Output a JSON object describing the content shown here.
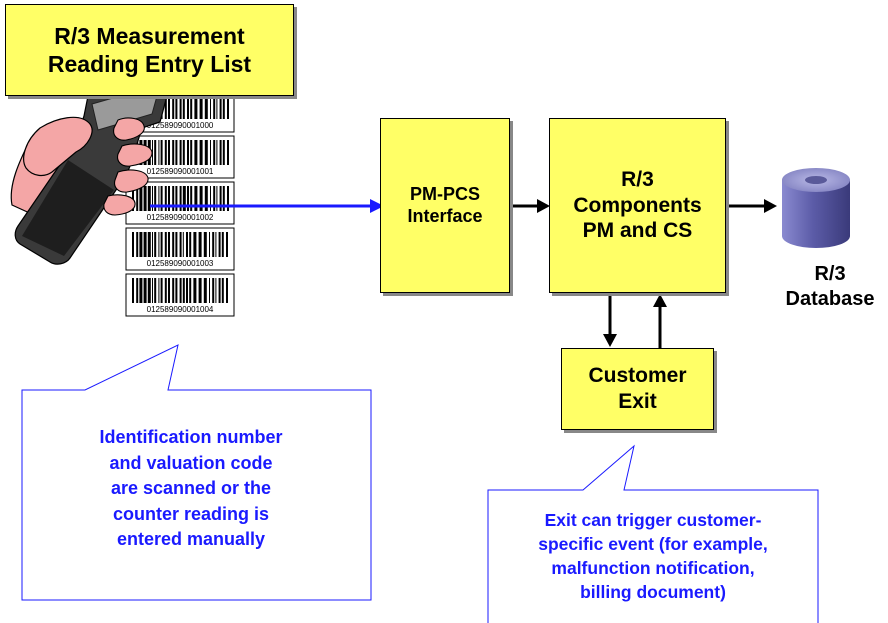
{
  "title_box": {
    "label": "R/3 Measurement\nReading Entry List"
  },
  "barcodes": [
    "012589090001000",
    "012589090001001",
    "012589090001002",
    "012589090001003",
    "012589090001004"
  ],
  "pcs_interface": {
    "label": "PM-PCS\nInterface"
  },
  "components": {
    "label": "R/3\nComponents\nPM and CS"
  },
  "database": {
    "label": "R/3\nDatabase"
  },
  "customer_exit": {
    "label": "Customer\nExit"
  },
  "callout_scan": {
    "text": "Identification number\nand valuation code\nare scanned or the\ncounter reading is\nentered manually"
  },
  "callout_exit": {
    "text": "Exit can trigger customer-\nspecific event (for example,\nmalfunction notification,\nbilling document)"
  },
  "colors": {
    "box_fill": "#ffff66",
    "callout_text": "#1a1aff",
    "db_fill": "#6666aa",
    "data_arrow": "#1a1aff"
  }
}
